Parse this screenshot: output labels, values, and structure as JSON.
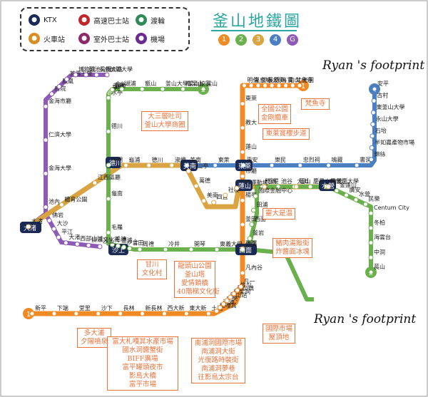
{
  "title": "釜山地鐵圖",
  "line_numbers": [
    {
      "label": "1",
      "color": "#f08a24"
    },
    {
      "label": "2",
      "color": "#6ab04c"
    },
    {
      "label": "3",
      "color": "#d9a441"
    },
    {
      "label": "4",
      "color": "#4a7fc1"
    },
    {
      "label": "G",
      "color": "#8e5ab8"
    }
  ],
  "legend": [
    {
      "label": "KTX",
      "icon": "ktx-icon",
      "color": "#1b2a55"
    },
    {
      "label": "高速巴士站",
      "icon": "express-bus-icon",
      "color": "#c0272d"
    },
    {
      "label": "渡輪",
      "icon": "ferry-icon",
      "color": "#2e8b57"
    },
    {
      "label": "火車站",
      "icon": "train-icon",
      "color": "#d98c1f"
    },
    {
      "label": "室外巴士站",
      "icon": "intercity-bus-icon",
      "color": "#8e2a6a"
    },
    {
      "label": "機場",
      "icon": "airport-icon",
      "color": "#6a2a8e"
    }
  ],
  "footprint_label": "Ryan 's footprint",
  "annotations": {
    "seomyeon_top": "大三層吐司\n釜山大學商圈",
    "beomildong": "梵魚寺",
    "jeonpo": "全國公園\n金剛纜車",
    "dongnae": "東萊賞櫻步道",
    "haeundae": "靈大是温",
    "seomyeon_right": "豬肉湯飯街\n炸醬面冰塊",
    "jagalchi_top": "甘川\n文化村",
    "nampo_top": "龍頭山公園\n釜山塔\n愛情鎖橋\n40階梯文化街",
    "busan_station": "國際市場\n屋頂地",
    "dadaepo": "多大浦\n夕陽噴泉",
    "nampo_bottom": "富大札嘎其水產市場\n國水洞醬蟹街\nBIFF廣場\n富平罐頭夜市\n影島大橋\n富平市場",
    "jagalchi_bottom": "南浦洞國際市場\n南浦洞大街\n光復路時裝街\n南浦洞夢巷\n往影島太宗台"
  },
  "line1_stations": [
    "新平",
    "下端",
    "堂里",
    "沙下",
    "長林",
    "新長林",
    "西大新",
    "東大新",
    "土城",
    "札嘎其",
    "南浦",
    "中央",
    "釜山站",
    "草梁洞",
    "釜山鎮",
    "佐川",
    "凡一",
    "凡內谷",
    "西面",
    "釜田",
    "楊亭",
    "市廳",
    "蓮山",
    "教大",
    "東萊",
    "明倫",
    "溫泉場",
    "釜山大學",
    "長箭",
    "久瑞",
    "斗實",
    "南山",
    "梵魚寺",
    "老圃"
  ],
  "line2_stations": [
    "萇山",
    "中洞",
    "海雲台",
    "冬柏",
    "Centum City",
    "民樂",
    "水營",
    "廣安",
    "金蓮山",
    "南川",
    "慶星大學釜慶大學",
    "大淵",
    "池谷",
    "門峴",
    "國際金融中心",
    "田浦",
    "西面",
    "釜岩",
    "伽倻",
    "東義大學",
    "開琴",
    "冷井",
    "周禮",
    "甘田",
    "沙上",
    "德浦",
    "毛德",
    "毛羅",
    "龜南",
    "龜明",
    "德川",
    "水亭",
    "華明",
    "栗里",
    "東院",
    "金谷",
    "湖浦",
    "甑山",
    "釜山大學梁山校區",
    "南梁山",
    "梁山"
  ],
  "line3_stations": [
    "大渚",
    "體育公園",
    "江西區廳",
    "龜浦",
    "德川",
    "淑嶝",
    "南山亭",
    "萬德",
    "美南",
    "四直",
    "社稷",
    "綜合運動場",
    "巨堤",
    "蓮山",
    "水營"
  ],
  "line4_stations": [
    "美南",
    "東萊",
    "壽安",
    "樂民",
    "忠烈祠",
    "鳴藏",
    "書洞",
    "錦絲",
    "半如農產物市場",
    "石坮",
    "永山大學",
    "東釜山大學",
    "古村",
    "安平"
  ],
  "lineG_stations": [
    "沙上",
    "掛法文化街",
    "西部山城",
    "大渚",
    "平江",
    "大沙",
    "佛岩",
    "池內",
    "金海大學",
    "仁濟大學",
    "金海市廳",
    "府院",
    "鳳凰",
    "首露王陵",
    "博物館",
    "延池公園",
    "長新大路",
    "加耶大學"
  ],
  "transfer_labels": [
    "德川",
    "美南",
    "東萊",
    "蓮山",
    "水營",
    "西面",
    "沙上",
    "大渚"
  ]
}
